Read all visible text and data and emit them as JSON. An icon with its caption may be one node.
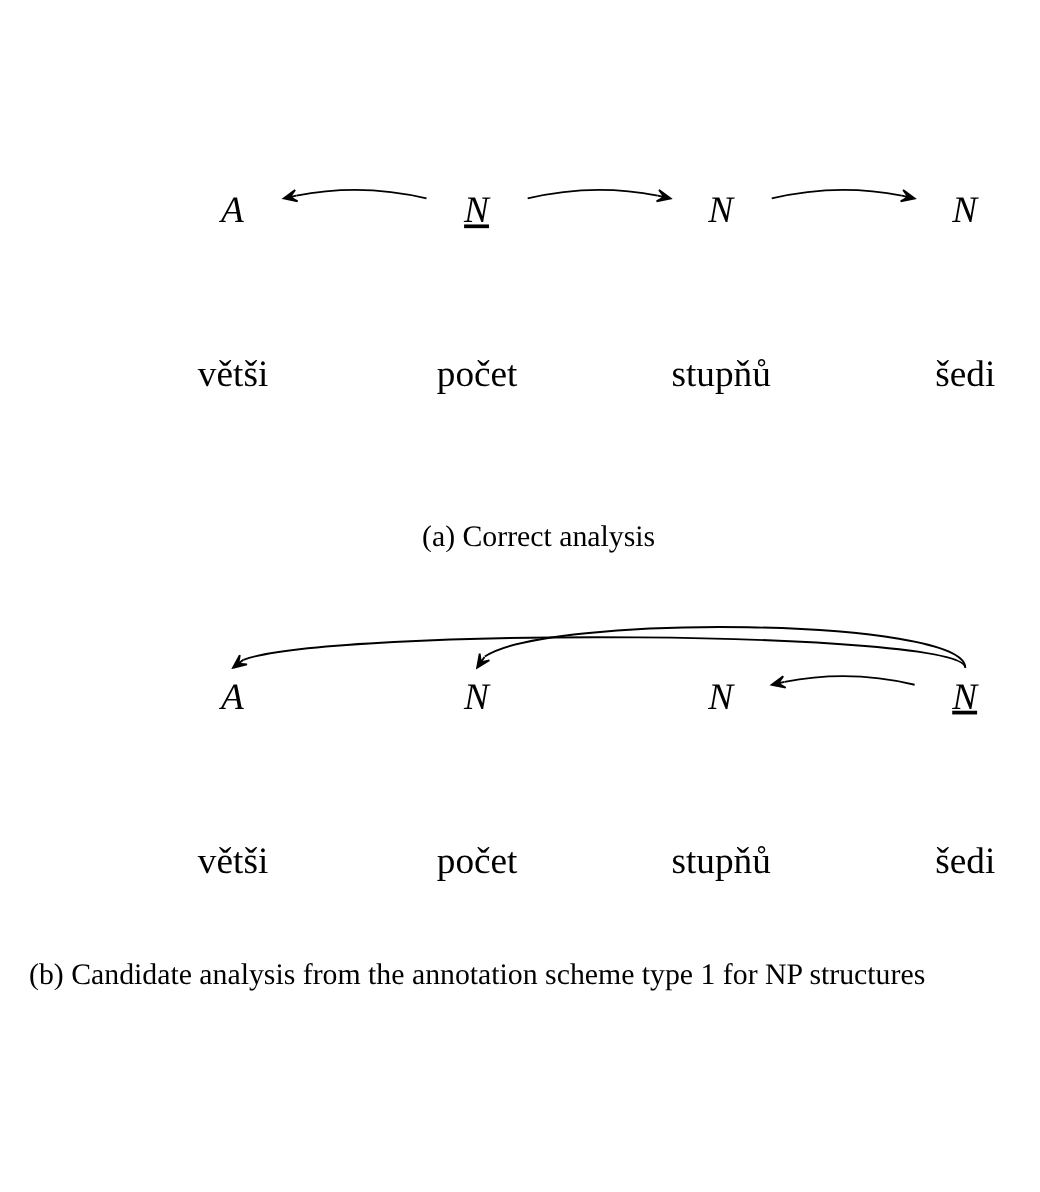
{
  "diagram": {
    "nodes": [
      {
        "text": [
          "A"
        ],
        "beside": [
          "větši"
        ]
      },
      {
        "text": [
          "N"
        ],
        "beside": [
          "počet"
        ]
      },
      {
        "text": [
          "N"
        ],
        "beside": [
          "stupňů"
        ]
      },
      {
        "text": [
          "N"
        ],
        "beside": [
          "šedi"
        ]
      },
      {
        "text": [
          "A"
        ],
        "beside": [
          "větši"
        ]
      },
      {
        "text": [
          "N"
        ],
        "beside": [
          "počet"
        ]
      },
      {
        "text": [
          "N"
        ],
        "beside": [
          "stupňů"
        ]
      },
      {
        "text": [
          "N"
        ],
        "beside": [
          "šedi"
        ]
      }
    ],
    "edges": [
      {
        "from": 1,
        "to": 0,
        "arrow": "to"
      },
      {
        "from": 1,
        "to": 2,
        "arrow": "to"
      },
      {
        "from": 2,
        "to": 3,
        "arrow": "to"
      },
      {
        "from": 7,
        "to": 4,
        "arrow": "to"
      },
      {
        "from": 7,
        "to": 5,
        "arrow": "to"
      },
      {
        "from": 7,
        "to": 6,
        "arrow": "to"
      }
    ],
    "labels": [
      "(a) Correct analysis",
      "(b) Candidate analysis from the annotation scheme type 1 for NP structures"
    ]
  }
}
